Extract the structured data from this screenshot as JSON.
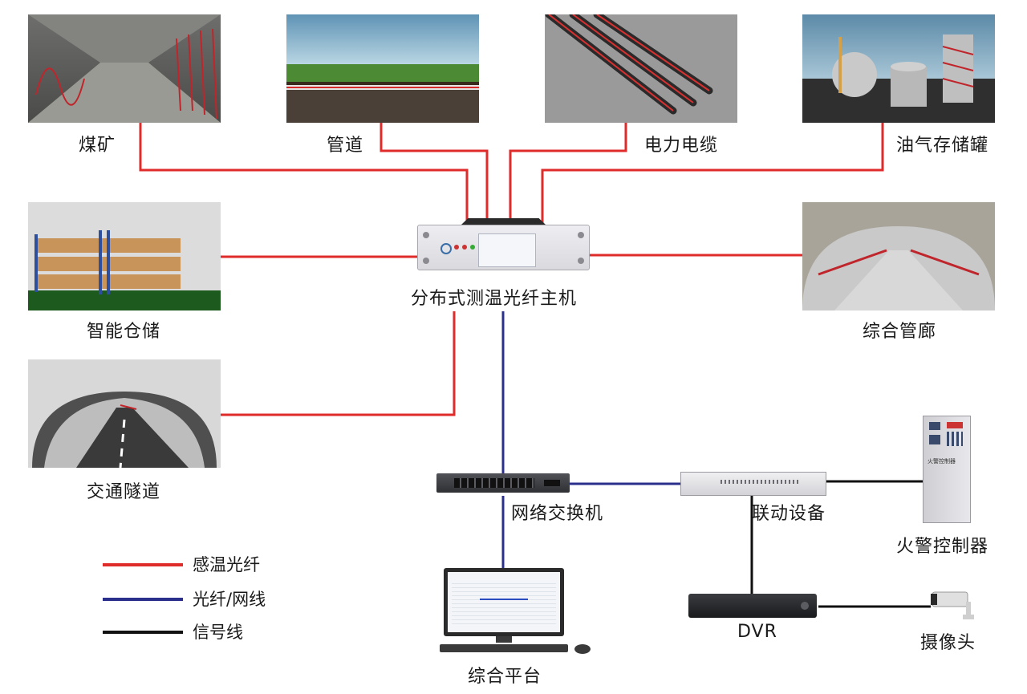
{
  "legend": [
    {
      "label": "感温光纤",
      "color": "#e02b2b"
    },
    {
      "label": "光纤/网线",
      "color": "#2b2f8c"
    },
    {
      "label": "信号线",
      "color": "#111111"
    }
  ],
  "nodes": {
    "coal_mine": "煤矿",
    "pipeline": "管道",
    "power_cable": "电力电缆",
    "oil_gas_tank": "油气存储罐",
    "smart_storage": "智能仓储",
    "utility_tunnel": "综合管廊",
    "traffic_tunnel": "交通隧道",
    "dts_host": "分布式测温光纤主机",
    "network_switch": "网络交换机",
    "linkage_device": "联动设备",
    "fire_controller": "火警控制器",
    "dvr": "DVR",
    "camera": "摄像头",
    "platform": "综合平台"
  },
  "device_text": {
    "fire_controller_panel": "火警控制器"
  },
  "colors": {
    "sensing_fiber": "#e02b2b",
    "fiber_network": "#2b2f8c",
    "signal": "#111111"
  }
}
